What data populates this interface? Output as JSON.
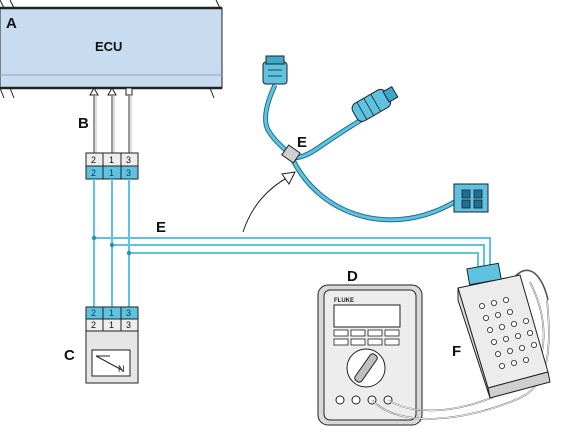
{
  "labels": {
    "a": "A",
    "b": "B",
    "c": "C",
    "d": "D",
    "e_harness": "E",
    "e_wires": "E",
    "f": "F"
  },
  "ecu": {
    "title": "ECU"
  },
  "connector_top": {
    "pins": [
      "2",
      "1",
      "3"
    ]
  },
  "connector_bottom": {
    "pins": [
      "2",
      "1",
      "3"
    ]
  },
  "sensor": {
    "mark": "N"
  },
  "multimeter": {
    "brand": "FLUKE"
  },
  "colors": {
    "wire": "#5ec3e0",
    "ecu_fill": "#c7dcef",
    "pin_strip": "#5ec3e0"
  }
}
